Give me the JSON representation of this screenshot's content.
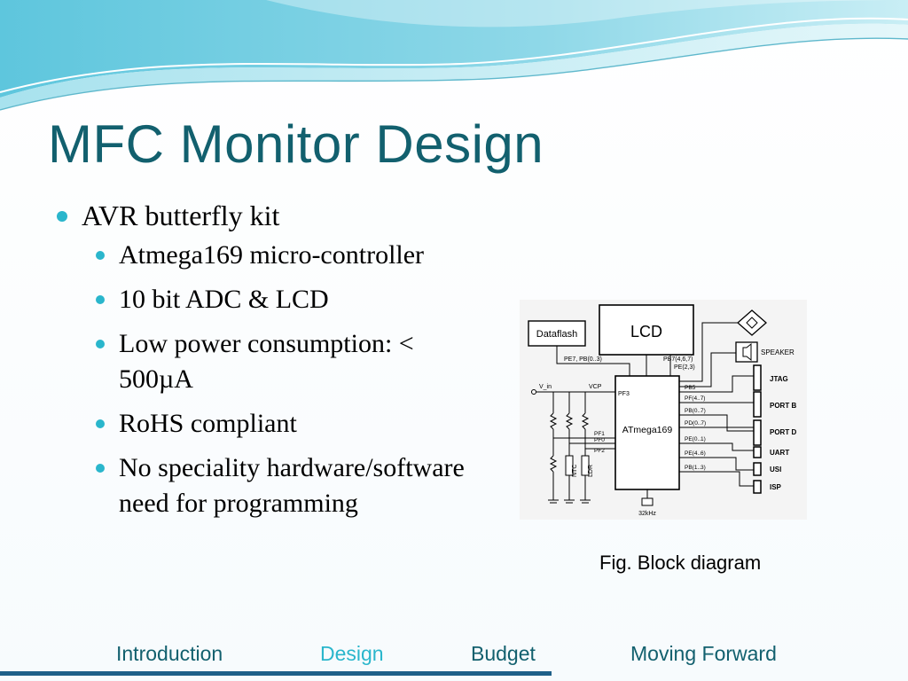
{
  "slide": {
    "title": "MFC Monitor Design",
    "bullets": [
      {
        "level": 1,
        "text": "AVR butterfly kit"
      },
      {
        "level": 2,
        "text": "Atmega169 micro-controller"
      },
      {
        "level": 2,
        "text": "10 bit ADC & LCD"
      },
      {
        "level": 2,
        "text": "Low power consumption: < 500µA"
      },
      {
        "level": 2,
        "text": "RoHS compliant"
      },
      {
        "level": 2,
        "text": "No speciality hardware/software need for programming"
      }
    ],
    "caption": "Fig. Block diagram"
  },
  "diagram": {
    "blocks": {
      "lcd": "LCD",
      "dataflash": "Dataflash",
      "mcu": "ATmega169",
      "speaker": "SPEAKER",
      "jtag": "JTAG",
      "portb": "PORT B",
      "portd": "PORT D",
      "uart": "UART",
      "usi": "USI",
      "isp": "ISP",
      "crystal": "32kHz"
    },
    "signals": {
      "vin": "V_in",
      "vcp": "VCP",
      "pf3": "PF3",
      "pe7pb": "PE7, PB(0..3)",
      "pb7": "PB7(4,6,7)",
      "pe23": "PE(2,3)",
      "pb5": "PB5",
      "pf47": "PF(4..7)",
      "pb07": "PB(0..7)",
      "pd07": "PD(0..7)",
      "pe01": "PE(0..1)",
      "pe46": "PE(4..6)",
      "pb13": "PB(1..3)",
      "pf1": "PF1",
      "pf0": "PF0",
      "pf2": "PF2",
      "ntc": "NTC",
      "ldr": "LDR"
    }
  },
  "nav": {
    "items": [
      "Introduction",
      "Design",
      "Budget",
      "Moving Forward"
    ],
    "active": "Design"
  },
  "colors": {
    "title": "#12606e",
    "bullet": "#2ab6cc",
    "nav_active": "#2ab6cc",
    "bar": "#1e5f88"
  }
}
